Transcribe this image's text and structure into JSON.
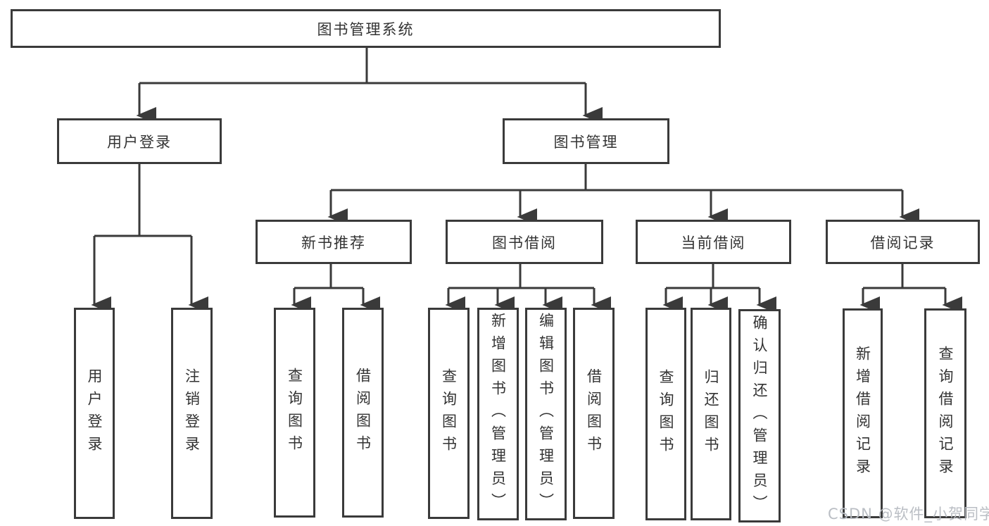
{
  "tree": {
    "label": "图书管理系统",
    "children": [
      {
        "label": "用户登录",
        "children": [
          {
            "label": "用户登录"
          },
          {
            "label": "注销登录"
          }
        ]
      },
      {
        "label": "图书管理",
        "children": [
          {
            "label": "新书推荐",
            "children": [
              {
                "label": "查询图书"
              },
              {
                "label": "借阅图书"
              }
            ]
          },
          {
            "label": "图书借阅",
            "children": [
              {
                "label": "查询图书"
              },
              {
                "label": "新增图书（管理员）"
              },
              {
                "label": "编辑图书（管理员）"
              },
              {
                "label": "借阅图书"
              }
            ]
          },
          {
            "label": "当前借阅",
            "children": [
              {
                "label": "查询图书"
              },
              {
                "label": "归还图书"
              },
              {
                "label": "确认归还（管理员）"
              }
            ]
          },
          {
            "label": "借阅记录",
            "children": [
              {
                "label": "新增借阅记录"
              },
              {
                "label": "查询借阅记录"
              }
            ]
          }
        ]
      }
    ]
  },
  "watermark": {
    "text": "CSDN @软件_小贺同学"
  },
  "colors": {
    "line": "#3a3a3a",
    "text": "#333333",
    "background": "#ffffff",
    "watermark": "#b7bbc1"
  }
}
